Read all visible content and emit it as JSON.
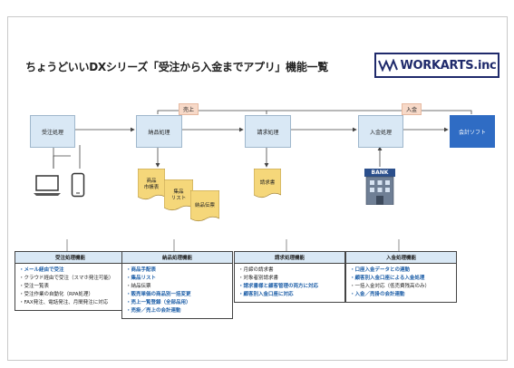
{
  "title": "ちょうどいいDXシリーズ「受注から入金までアプリ」機能一覧",
  "logo": {
    "text": "WORKARTS.inc"
  },
  "nodes": {
    "order": "受注処理",
    "shipping": "納品処理",
    "invoice": "請求処理",
    "deposit": "入金処理",
    "accounting": "会計ソフト"
  },
  "tags": {
    "sales": "売上",
    "deposit": "入金"
  },
  "docs": {
    "doc1": "商品\n市帳表",
    "doc2": "集品\nリスト",
    "doc3": "納品伝票",
    "doc4": "請求書"
  },
  "bank_label": "BANK",
  "panels": [
    {
      "title": "受注処理機能",
      "items": [
        {
          "text": "・メール経由で受注",
          "bold": true
        },
        {
          "text": "・クラウド経由で受注（スマホ発注可能）",
          "bold": false
        },
        {
          "text": "・受注一覧表",
          "bold": false
        },
        {
          "text": "・受注作業の自動化（RPA処理）",
          "bold": false
        },
        {
          "text": "・FAX発注、電話発注、月間発注に対応",
          "bold": false
        }
      ]
    },
    {
      "title": "納品処理機能",
      "items": [
        {
          "text": "・商品手配表",
          "bold": true
        },
        {
          "text": "・集品リスト",
          "bold": true
        },
        {
          "text": "・納品伝票",
          "bold": false
        },
        {
          "text": "・販売単価の商品別一括変更",
          "bold": true
        },
        {
          "text": "・売上一覧登録（全部品用）",
          "bold": true
        },
        {
          "text": "・売掛／売上の会計連動",
          "bold": true
        }
      ]
    },
    {
      "title": "請求処理機能",
      "items": [
        {
          "text": "・月締の請求書",
          "bold": false
        },
        {
          "text": "・対象者別請求書",
          "bold": false
        },
        {
          "text": "・請求書様と顧客管理の両方に対応",
          "bold": true
        },
        {
          "text": "・顧客別入金口座に対応",
          "bold": true
        }
      ]
    },
    {
      "title": "入金処理機能",
      "items": [
        {
          "text": "・口座入金データとの連動",
          "bold": true
        },
        {
          "text": "・顧客別入金口座による入金処理",
          "bold": true
        },
        {
          "text": "・一括入金対応（低売費残高のみ）",
          "bold": false
        },
        {
          "text": "・入金／売掛の会計連動",
          "bold": true
        }
      ]
    }
  ]
}
